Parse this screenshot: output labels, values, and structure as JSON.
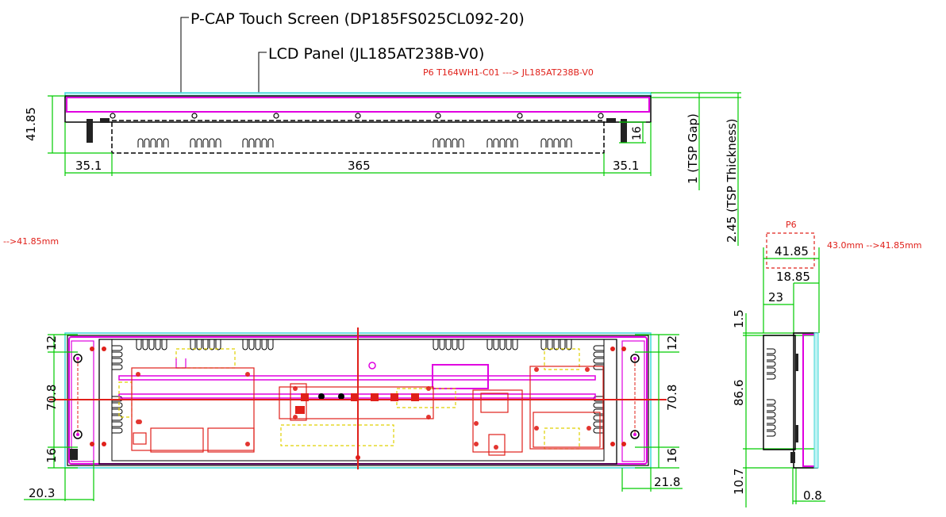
{
  "labels": {
    "touch_screen": "P-CAP Touch Screen (DP185FS025CL092-20)",
    "lcd_panel": "LCD Panel (JL185AT238B-V0)",
    "note_p6_top": "P6   T164WH1-C01 ---> JL185AT238B-V0",
    "note_left": "-->41.85mm",
    "note_p6_side": "P6",
    "note_right": "43.0mm -->41.85mm"
  },
  "dimensions": {
    "top_height": "41.85",
    "top_left": "35.1",
    "top_middle": "365",
    "top_right": "35.1",
    "top_small": "16",
    "tsp_gap": "1 (TSP Gap)",
    "tsp_thickness": "2.45 (TSP Thickness)",
    "side_depth": "41.85",
    "side_1885": "18.85",
    "side_23": "23",
    "side_15": "1.5",
    "side_866": "86.6",
    "side_107": "10.7",
    "side_08": "0.8",
    "front_left_12": "12",
    "front_left_708": "70.8",
    "front_left_16": "16",
    "front_left_203": "20.3",
    "front_right_12": "12",
    "front_right_708": "70.8",
    "front_right_16": "16",
    "front_right_218": "21.8"
  },
  "colors": {
    "outline": "#000000",
    "dimension": "#00cc00",
    "touch": "#e000e0",
    "cover": "#40e0e0",
    "pcb": "#e0201a",
    "connector": "#e0d000"
  }
}
